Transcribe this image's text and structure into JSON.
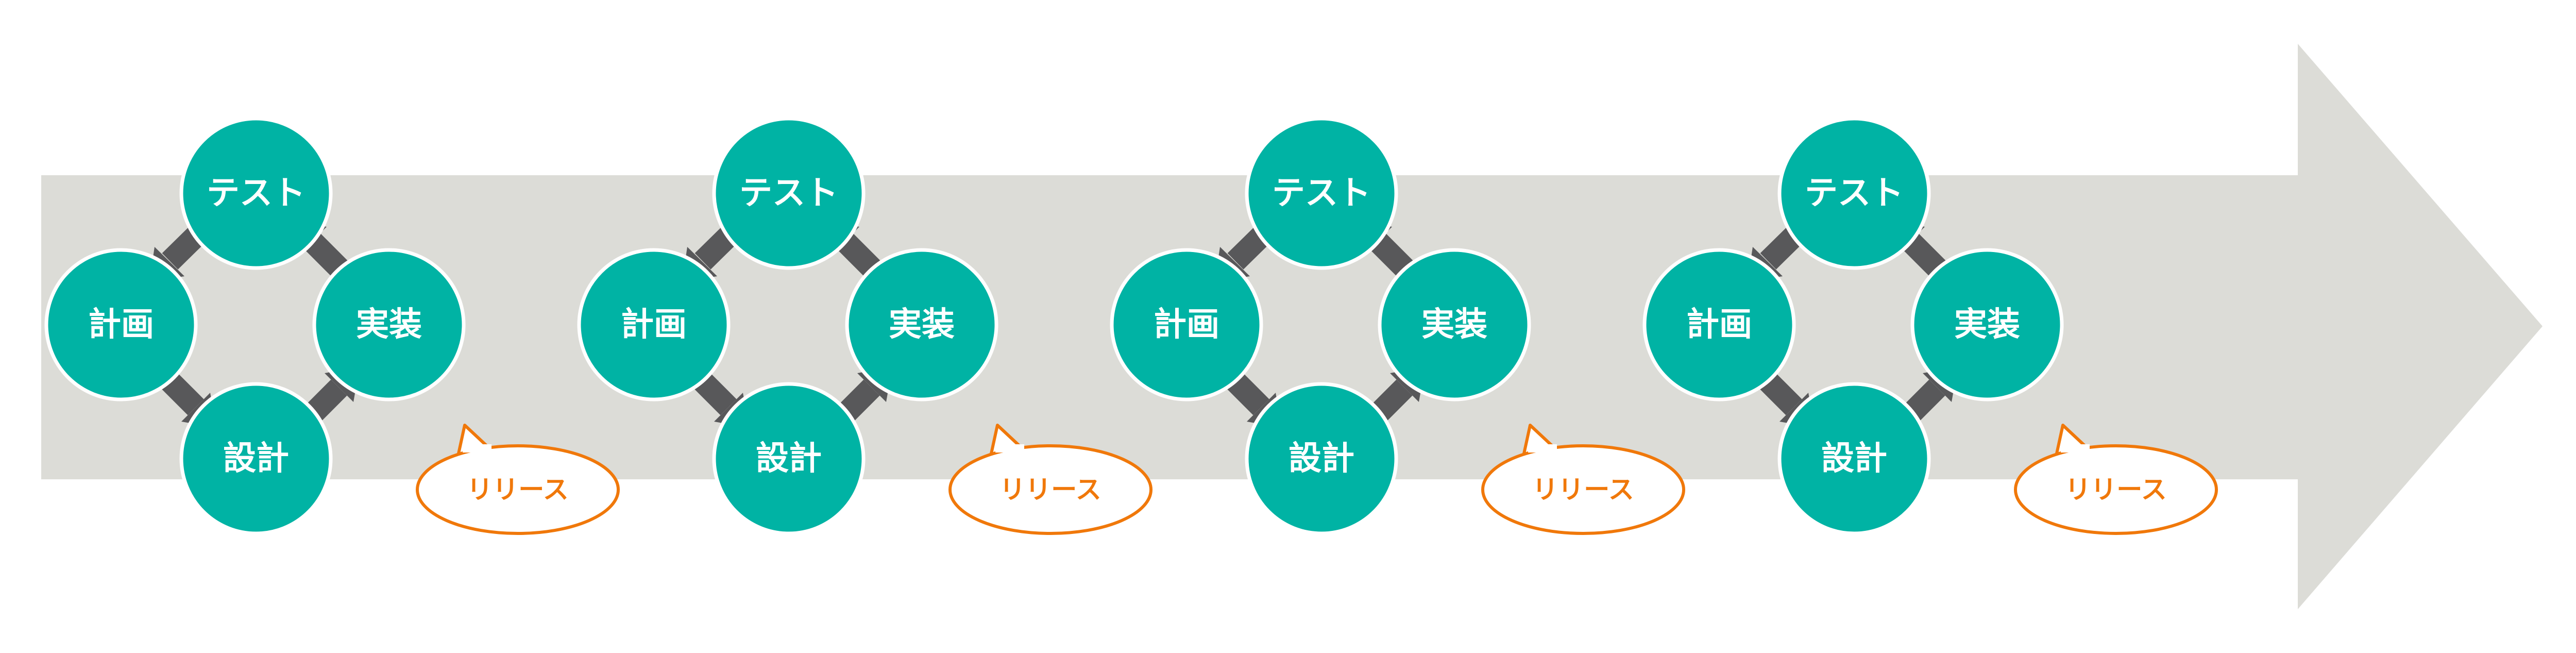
{
  "colors": {
    "timeline_arrow": "#dcdcd7",
    "node_fill": "#00b3a4",
    "node_stroke": "#ffffff",
    "cycle_arrow": "#58585a",
    "release_accent": "#f0780a",
    "release_fill": "#ffffff"
  },
  "cycles": [
    {
      "nodes": {
        "test": "テスト",
        "plan": "計画",
        "implement": "実装",
        "design": "設計"
      },
      "release": "リリース"
    },
    {
      "nodes": {
        "test": "テスト",
        "plan": "計画",
        "implement": "実装",
        "design": "設計"
      },
      "release": "リリース"
    },
    {
      "nodes": {
        "test": "テスト",
        "plan": "計画",
        "implement": "実装",
        "design": "設計"
      },
      "release": "リリース"
    },
    {
      "nodes": {
        "test": "テスト",
        "plan": "計画",
        "implement": "実装",
        "design": "設計"
      },
      "release": "リリース"
    }
  ]
}
